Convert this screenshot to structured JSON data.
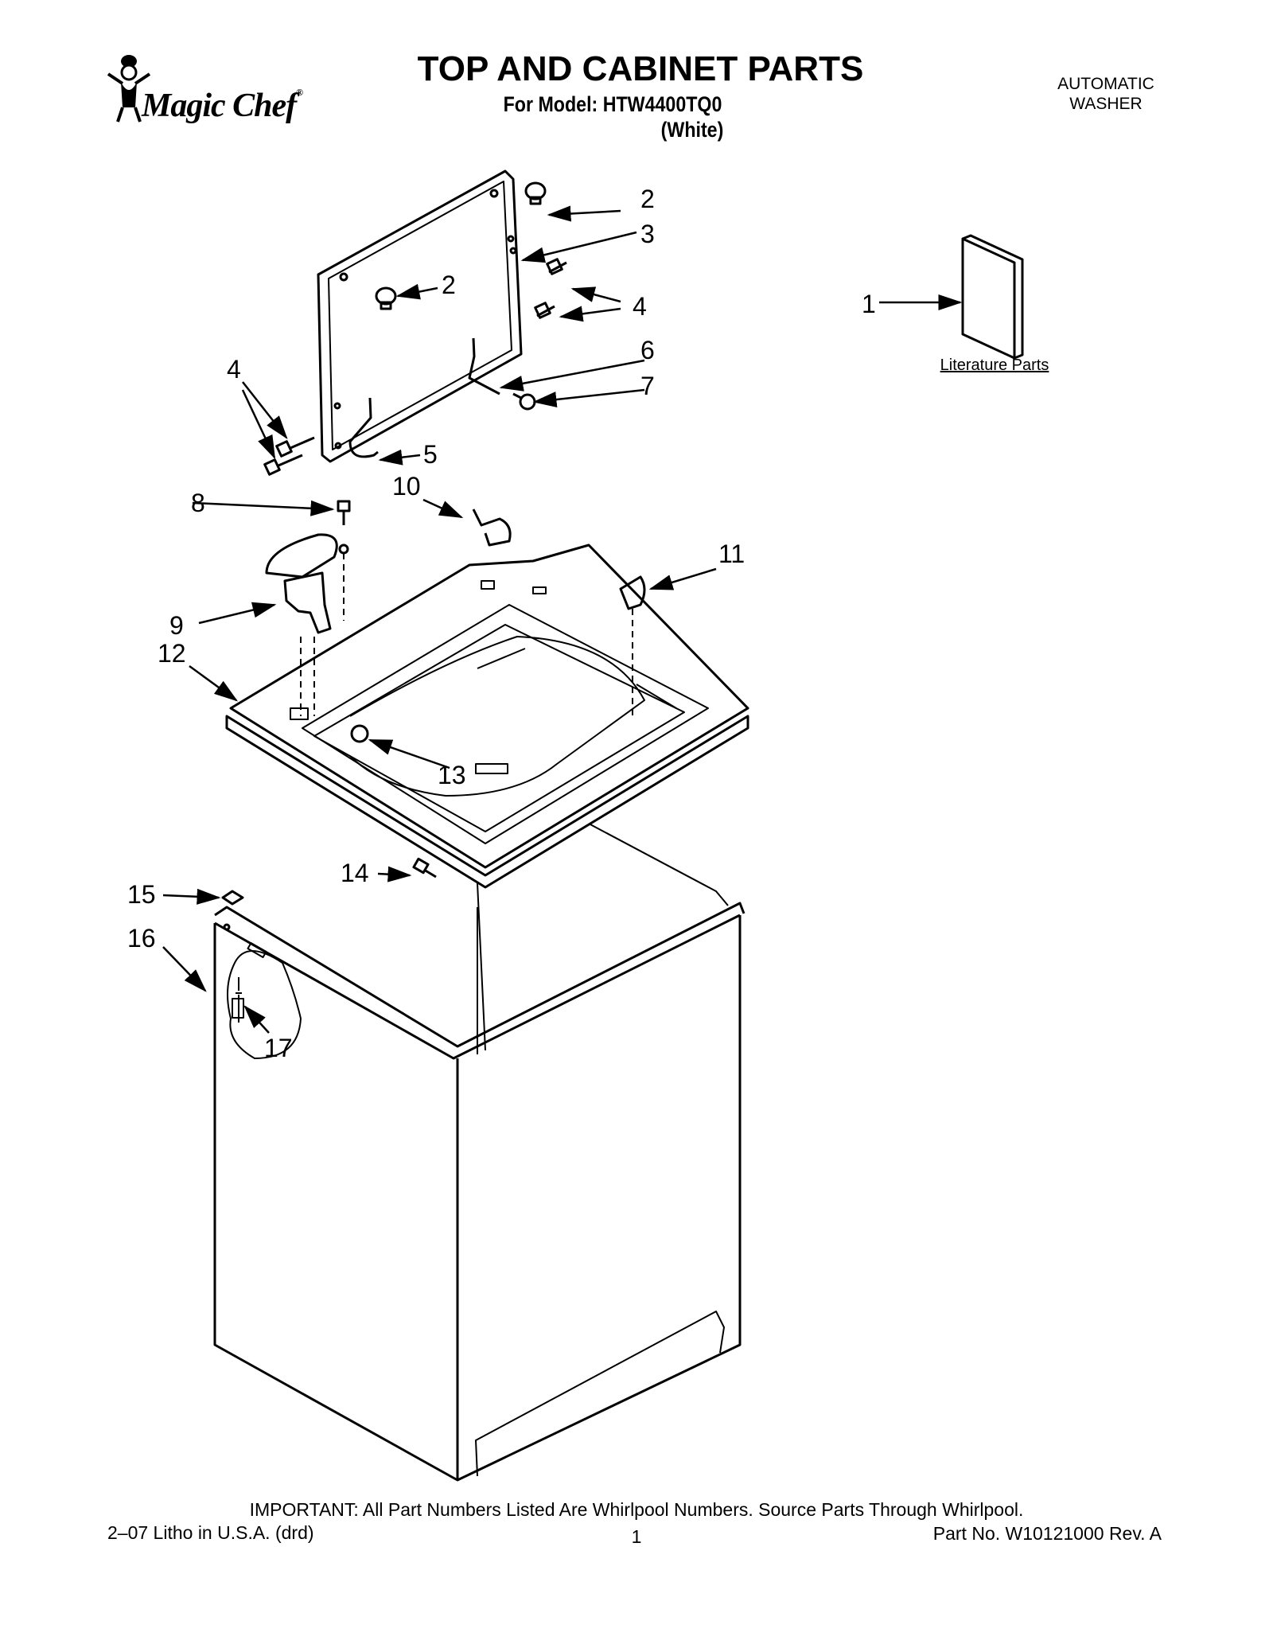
{
  "header": {
    "brand": "Magic Chef",
    "brand_reg": "®",
    "title": "TOP AND CABINET PARTS",
    "subtitle": "For Model: HTW4400TQ0",
    "subtitle_color": "(White)",
    "doc_type_line1": "AUTOMATIC",
    "doc_type_line2": "WASHER"
  },
  "diagram": {
    "callouts": [
      "1",
      "2",
      "2",
      "3",
      "4",
      "4",
      "4",
      "5",
      "6",
      "7",
      "8",
      "9",
      "10",
      "11",
      "12",
      "13",
      "14",
      "15",
      "16",
      "17"
    ],
    "literature_label": "Literature Parts",
    "line_color": "#000000"
  },
  "footer": {
    "important": "IMPORTANT: All Part Numbers Listed Are Whirlpool Numbers. Source Parts Through Whirlpool.",
    "litho": "2–07 Litho in U.S.A. (drd)",
    "page": "1",
    "part_no": "Part No. W10121000 Rev. A"
  }
}
